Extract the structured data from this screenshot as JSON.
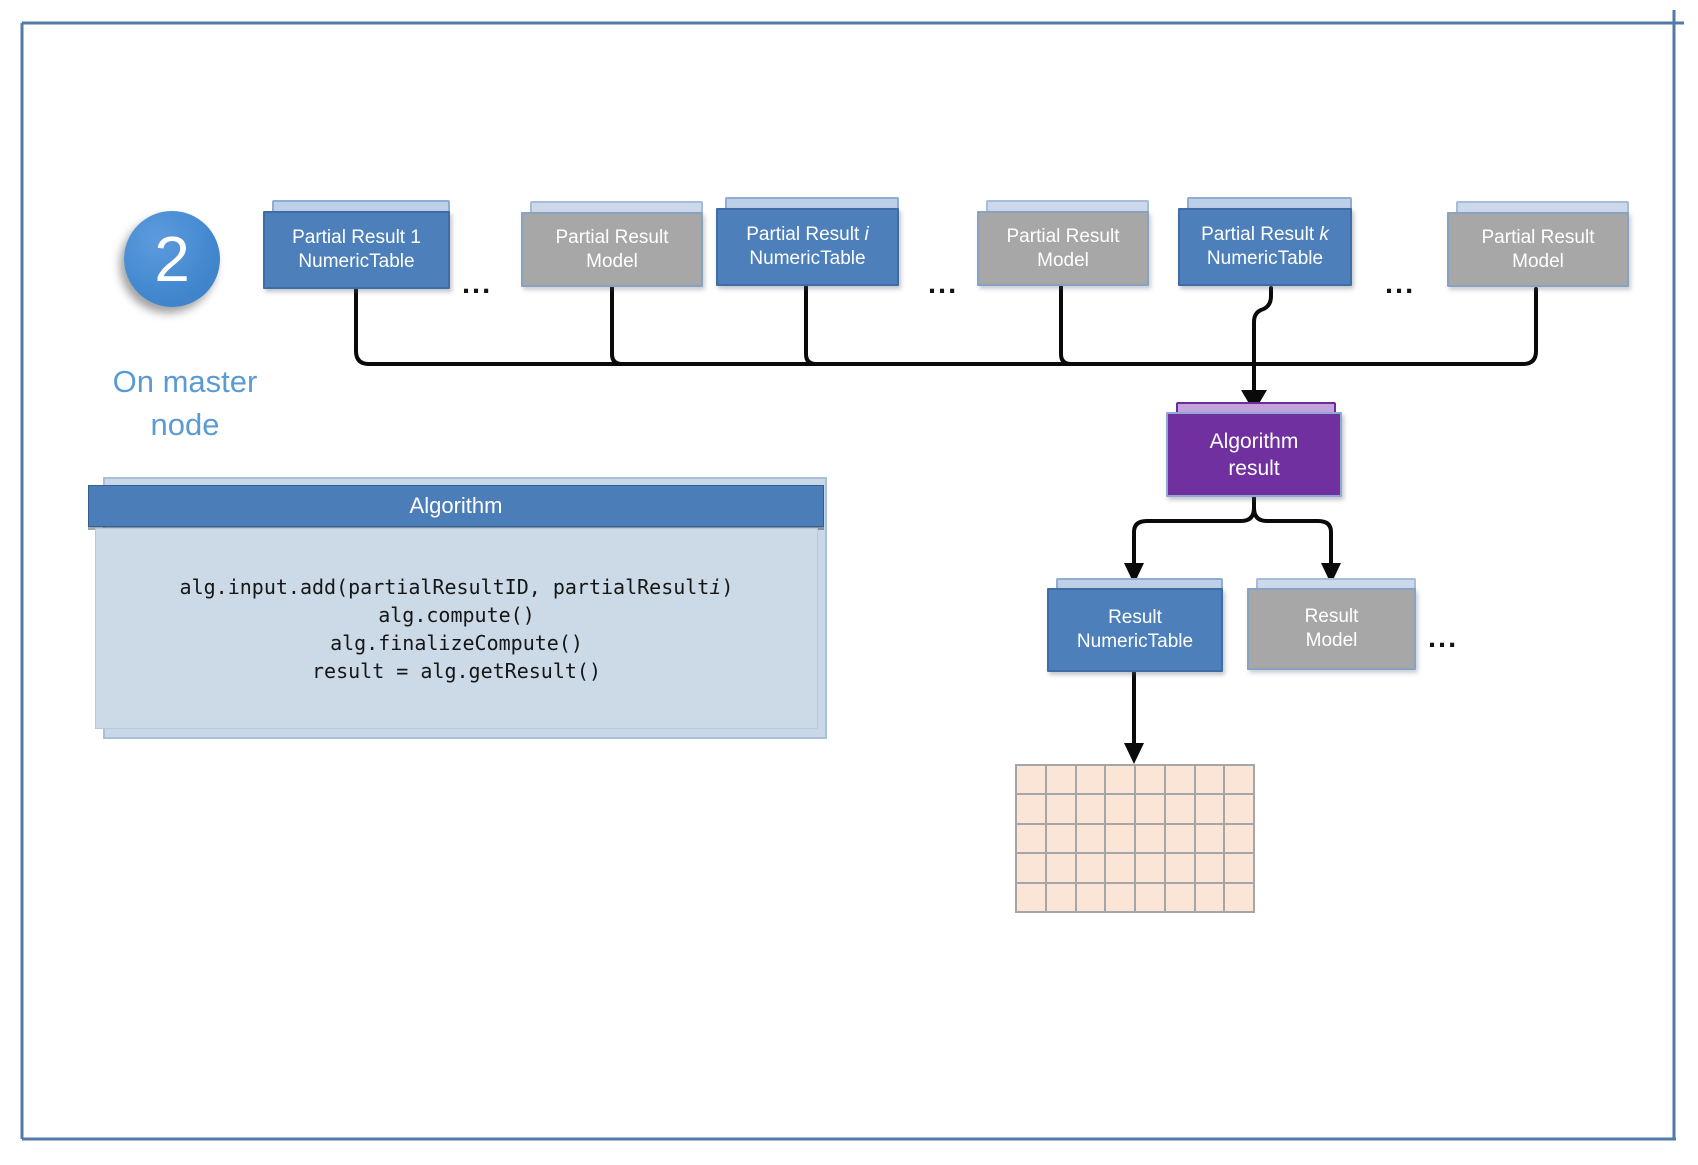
{
  "diagram": {
    "step_badge": "2",
    "context_label": {
      "line1": "On master",
      "line2": "node"
    },
    "ellipsis": "..."
  },
  "partial_results": [
    {
      "variant": "blue",
      "line1_prefix": "Partial Result 1",
      "line1_italic": "",
      "line2": "NumericTable"
    },
    {
      "variant": "gray",
      "line1_prefix": "Partial Result",
      "line1_italic": "",
      "line2": "Model"
    },
    {
      "variant": "blue",
      "line1_prefix": "Partial Result ",
      "line1_italic": "i",
      "line2": "NumericTable"
    },
    {
      "variant": "gray",
      "line1_prefix": "Partial Result",
      "line1_italic": "",
      "line2": "Model"
    },
    {
      "variant": "blue",
      "line1_prefix": "Partial Result ",
      "line1_italic": "k",
      "line2": "NumericTable"
    },
    {
      "variant": "gray",
      "line1_prefix": "Partial Result",
      "line1_italic": "",
      "line2": "Model"
    }
  ],
  "algorithm_box": {
    "title": "Algorithm",
    "code": {
      "l1_prefix": "alg.input.add(partialResultID, partialResult",
      "l1_italic": "i",
      "l1_suffix": ")",
      "l2": "alg.compute()",
      "l3": "alg.finalizeCompute()",
      "l4": "result = alg.getResult()"
    }
  },
  "algorithm_result": {
    "line1": "Algorithm",
    "line2": "result"
  },
  "outputs": [
    {
      "variant": "blue",
      "line1": "Result",
      "line2": "NumericTable"
    },
    {
      "variant": "gray",
      "line1": "Result",
      "line2": "Model"
    }
  ],
  "numeric_table_grid": {
    "rows": 5,
    "cols": 8,
    "cell_color": "#fbe5d6",
    "line_color": "#a6a6a6"
  },
  "colors": {
    "accent_blue_box": "#4d80bb",
    "light_blue_tab": "#bdd0e7",
    "gray_box": "#a7a7a7",
    "purple_box": "#7030a0",
    "purple_tab": "#c3a2de",
    "code_panel": "#ccdae8",
    "header_bar": "#4b7db8",
    "context_text": "#5b9bd5",
    "frame_border": "#527ba9",
    "connector": "#0a0a0a"
  }
}
